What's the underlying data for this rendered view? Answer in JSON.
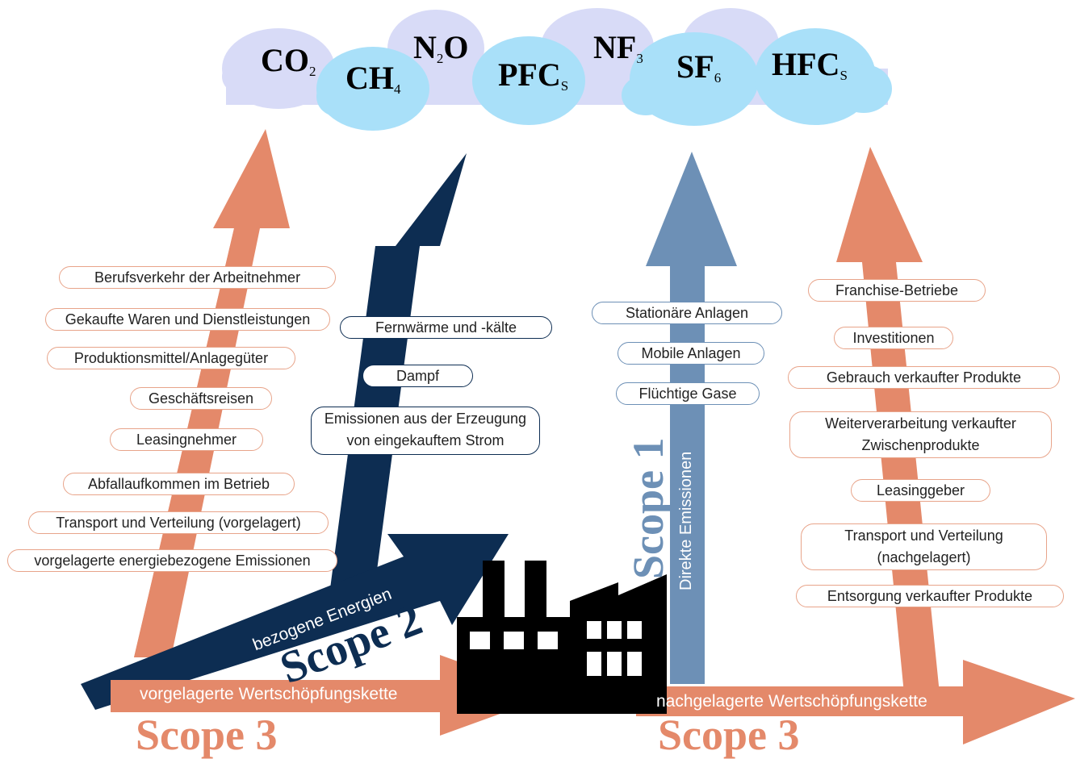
{
  "gases": [
    {
      "base": "CO",
      "sub": "2"
    },
    {
      "base": "CH",
      "sub": "4"
    },
    {
      "base": "N",
      "sub": "2",
      "tail": "O"
    },
    {
      "base": "PFC",
      "sub": "S"
    },
    {
      "base": "NF",
      "sub": "3"
    },
    {
      "base": "SF",
      "sub": "6"
    },
    {
      "base": "HFC",
      "sub": "S"
    }
  ],
  "scope3_upstream": {
    "title": "Scope 3",
    "chain_label": "vorgelagerte Wertschöpfungskette",
    "items": [
      "Berufsverkehr der Arbeitnehmer",
      "Gekaufte Waren und Dienstleistungen",
      "Produktionsmittel/Anlagegüter",
      "Geschäftsreisen",
      "Leasingnehmer",
      "Abfallaufkommen im Betrieb",
      "Transport und Verteilung (vorgelagert)",
      "vorgelagerte energiebezogene Emissionen"
    ]
  },
  "scope2": {
    "title": "Scope 2",
    "subtitle": "bezogene Energien",
    "items": [
      "Fernwärme und -kälte",
      "Dampf",
      "Emissionen aus der Erzeugung von eingekauftem Strom"
    ]
  },
  "scope1": {
    "title": "Scope 1",
    "subtitle": "Direkte Emissionen",
    "items": [
      "Stationäre Anlagen",
      "Mobile Anlagen",
      "Flüchtige Gase"
    ]
  },
  "scope3_downstream": {
    "title": "Scope 3",
    "chain_label": "nachgelagerte Wertschöpfungskette",
    "items": [
      "Franchise-Betriebe",
      "Investitionen",
      "Gebrauch verkaufter Produkte",
      "Weiterverarbeitung verkaufter Zwischenprodukte",
      "Leasinggeber",
      "Transport und Verteilung (nachgelagert)",
      "Entsorgung verkaufter Produkte"
    ]
  },
  "colors": {
    "scope3": "#e4896a",
    "scope2": "#0d2d52",
    "scope1": "#6d90b6",
    "cloud_light": "#d8dbf7",
    "cloud_blue": "#a9e0f9",
    "factory": "#000000"
  }
}
